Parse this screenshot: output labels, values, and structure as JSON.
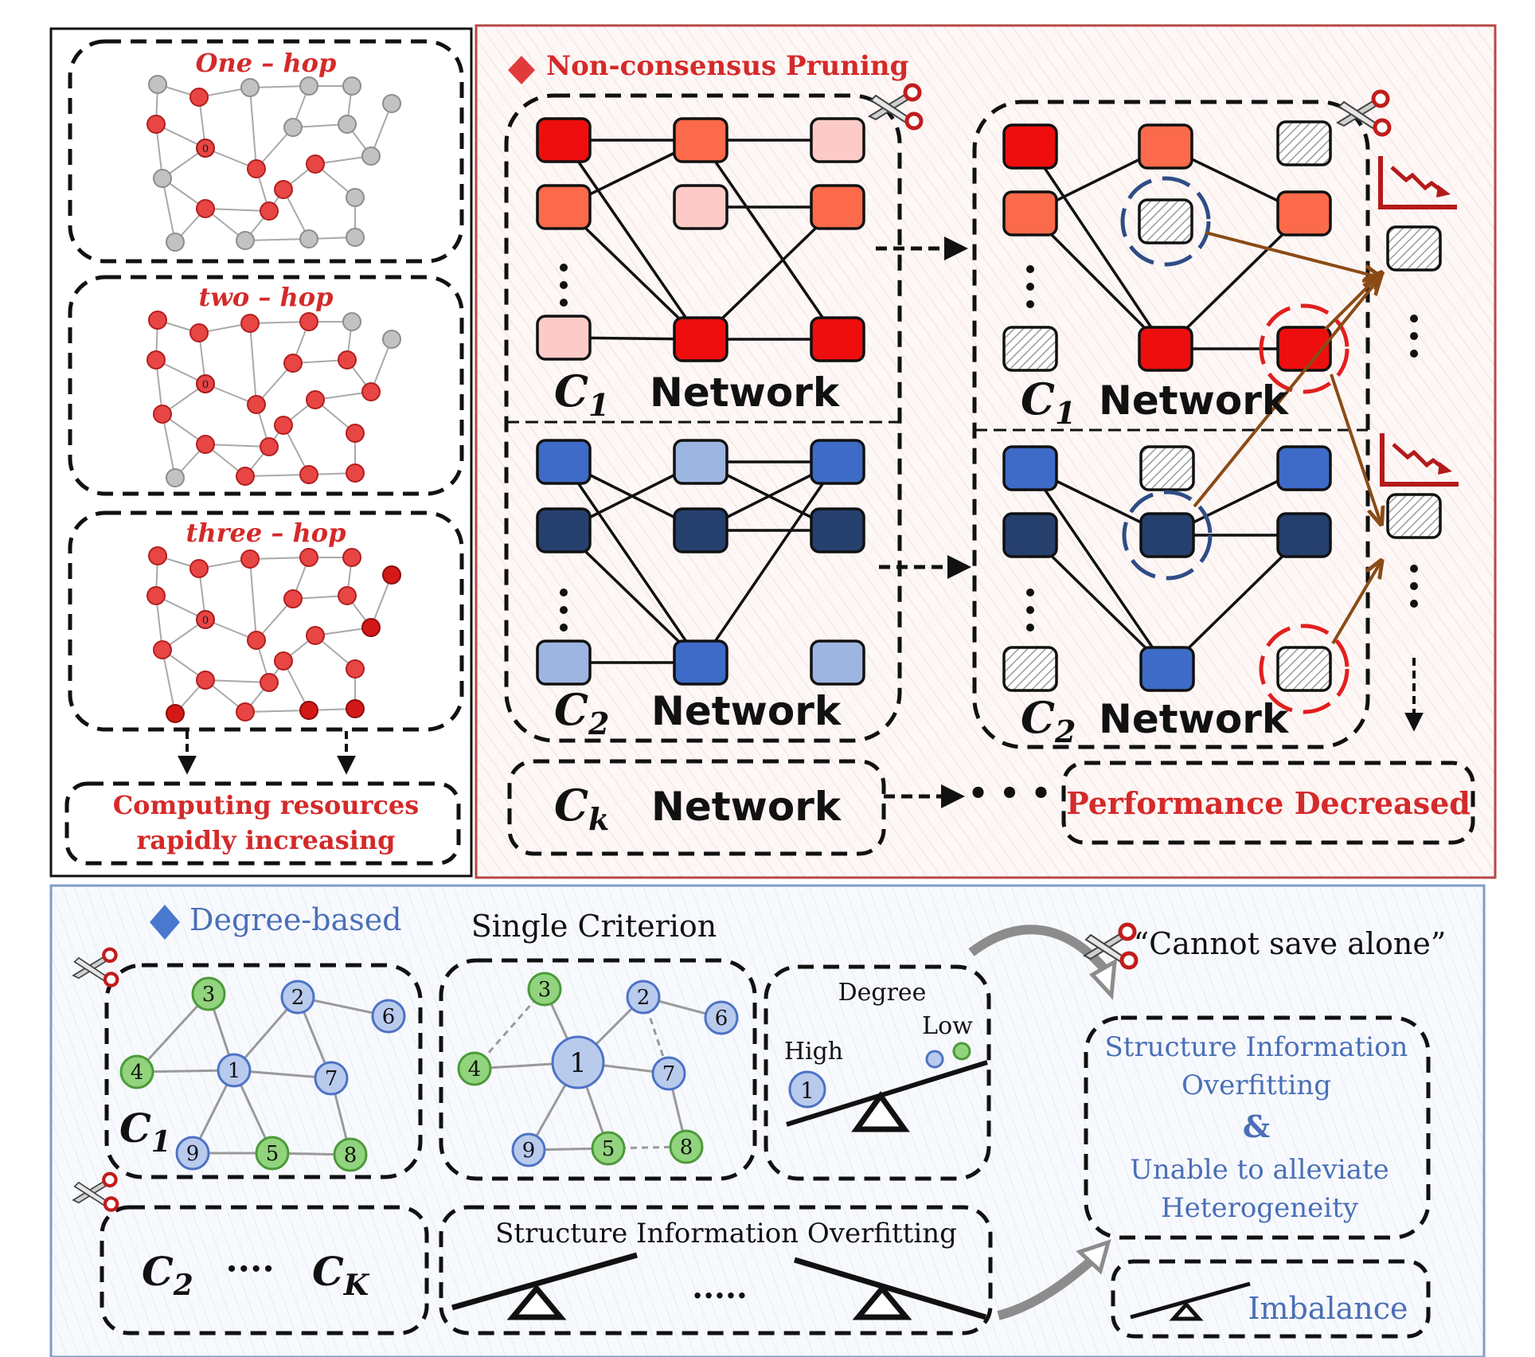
{
  "colors": {
    "red_text": "#d42a2a",
    "blue_text": "#4a6fb5",
    "red_panel_border": "#b94848",
    "blue_panel_border": "#7f9ccc",
    "node_gray": "#c2c2c2",
    "node_red": "#e84545",
    "green_node": "#92d47e",
    "blue_node": "#b9cbed",
    "arrow_brown": "#8a4b16"
  },
  "hop_panel": {
    "labels": [
      "One – hop",
      "two – hop",
      "three – hop"
    ],
    "center_label": "0",
    "result_line1": "Computing resources",
    "result_line2": "rapidly increasing"
  },
  "pruning_panel": {
    "title": "Non-consensus Pruning",
    "network_word": "Network",
    "c1": "C",
    "c1_sub": "1",
    "c2": "C",
    "c2_sub": "2",
    "ck": "C",
    "ck_sub": "k",
    "ellipsis": "• • •",
    "result": "Performance Decreased",
    "icons": [
      "scissors-icon",
      "trend-down-icon"
    ]
  },
  "degree_panel": {
    "title": "Degree-based",
    "single_criterion": "Single Criterion",
    "quote": "“Cannot save alone”",
    "c1": "C",
    "c1_sub": "1",
    "c2_ck": "C",
    "c2_sub": "2",
    "dots": "····",
    "ck": "C",
    "ck_sub": "K",
    "graph_nodes": [
      "1",
      "2",
      "3",
      "4",
      "5",
      "6",
      "7",
      "8",
      "9"
    ],
    "degree_label": "Degree",
    "high_label": "High",
    "low_label": "Low",
    "overfit_label": "Structure Information Overfitting",
    "overfit_dots": ".....",
    "result_line1": "Structure Information",
    "result_line2": "Overfitting",
    "result_amp": "&",
    "result_line3": "Unable to alleviate",
    "result_line4": "Heterogeneity",
    "imbalance": "Imbalance"
  }
}
